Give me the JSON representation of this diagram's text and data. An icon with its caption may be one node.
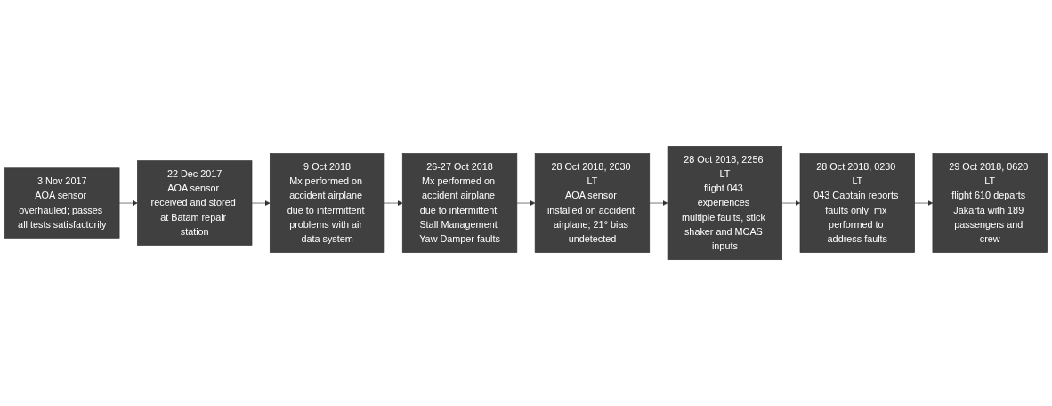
{
  "diagram": {
    "nodes": [
      {
        "text": [
          "3 Nov 2017",
          "AOA sensor overhauled; passes all tests satisfactorily"
        ]
      },
      {
        "text": [
          "22 Dec 2017",
          "AOA sensor received and stored at Batam repair station"
        ]
      },
      {
        "text": [
          "9 Oct 2018",
          "Mx performed on accident airplane due to intermittent problems with air data system"
        ]
      },
      {
        "text": [
          "26-27 Oct 2018",
          "Mx performed on accident airplane due to intermittent Stall Management Yaw Damper faults"
        ]
      },
      {
        "text": [
          "28 Oct 2018, 2030 LT",
          "AOA sensor installed on accident airplane; 21° bias undetected"
        ]
      },
      {
        "text": [
          "28 Oct 2018, 2256 LT",
          "flight 043 experiences multiple faults, stick shaker and MCAS inputs"
        ]
      },
      {
        "text": [
          "28 Oct 2018, 0230 LT",
          "043 Captain reports faults only; mx performed to address faults"
        ]
      },
      {
        "text": [
          "29 Oct 2018, 0620 LT",
          "flight 610 departs Jakarta with 189 passengers and crew"
        ]
      }
    ],
    "edges": [
      {
        "from": 0,
        "to": 1,
        "arrow": "to"
      },
      {
        "from": 1,
        "to": 2,
        "arrow": "to"
      },
      {
        "from": 2,
        "to": 3,
        "arrow": "to"
      },
      {
        "from": 3,
        "to": 4,
        "arrow": "to"
      },
      {
        "from": 4,
        "to": 5,
        "arrow": "to"
      },
      {
        "from": 5,
        "to": 6,
        "arrow": "to"
      },
      {
        "from": 6,
        "to": 7,
        "arrow": "to"
      }
    ]
  }
}
